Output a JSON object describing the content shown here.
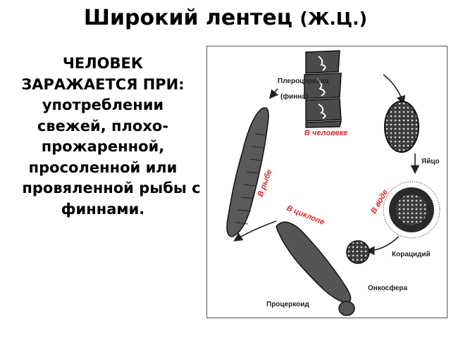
{
  "title": {
    "main": "Широкий лентец",
    "paren": "(Ж.Ц.)"
  },
  "left_text": {
    "heading_1": "ЧЕЛОВЕК",
    "heading_2": "ЗАРАЖАЕТСЯ ПРИ:",
    "lines": [
      "употреблении",
      "свежей, плохо-",
      "прожаренной,",
      "просоленной или",
      "провяленной рыбы с",
      "финнами."
    ]
  },
  "diagram": {
    "labels": {
      "plerocercoid_1": "Плероцеркоид",
      "plerocercoid_2": "(финна)",
      "egg": "Яйцо",
      "coracidium": "Корацидий",
      "oncosphere": "Онкосфера",
      "procercoid": "Процеркоид"
    },
    "hosts": {
      "human": "В человеке",
      "fish": "В рыбе",
      "water": "В воде",
      "cyclops": "В циклопе"
    },
    "colors": {
      "host_label": "#d8262c",
      "stage_fill": "#3a3a3a"
    }
  }
}
